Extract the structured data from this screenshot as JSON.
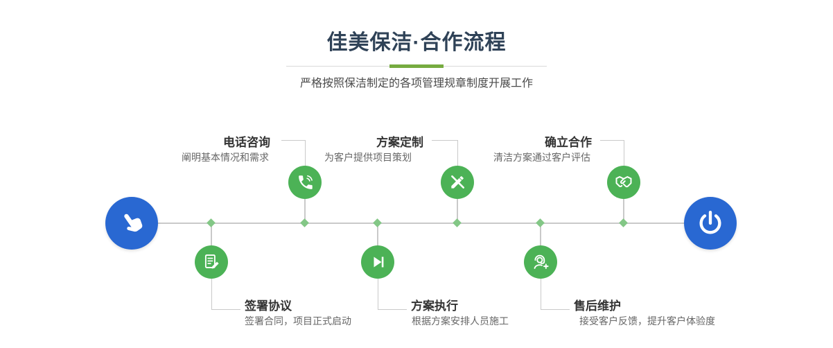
{
  "header": {
    "title": "佳美保洁·合作流程",
    "subtitle": "严格按照保洁制定的各项管理规章制度开展工作"
  },
  "flow": {
    "start_icon": "pointer-hand",
    "end_icon": "power",
    "top_steps": [
      {
        "title": "电话咨询",
        "desc": "阐明基本情况和需求",
        "icon": "phone-icon"
      },
      {
        "title": "方案定制",
        "desc": "为客户提供项目策划",
        "icon": "design-pencil-icon"
      },
      {
        "title": "确立合作",
        "desc": "清洁方案通过客户评估",
        "icon": "handshake-icon"
      }
    ],
    "bottom_steps": [
      {
        "title": "签署协议",
        "desc": "签署合同，项目正式启动",
        "icon": "sign-document-icon"
      },
      {
        "title": "方案执行",
        "desc": "根据方案安排人员施工",
        "icon": "play-icon"
      },
      {
        "title": "售后维护",
        "desc": "接受客户反馈，提升客户体验度",
        "icon": "headset-plus-icon"
      }
    ]
  },
  "colors": {
    "title": "#2f4257",
    "blue": "#2968d2",
    "green": "#4cb256",
    "diamond": "#83c786",
    "line": "#c9c9c9",
    "accent": "#76ab40"
  }
}
